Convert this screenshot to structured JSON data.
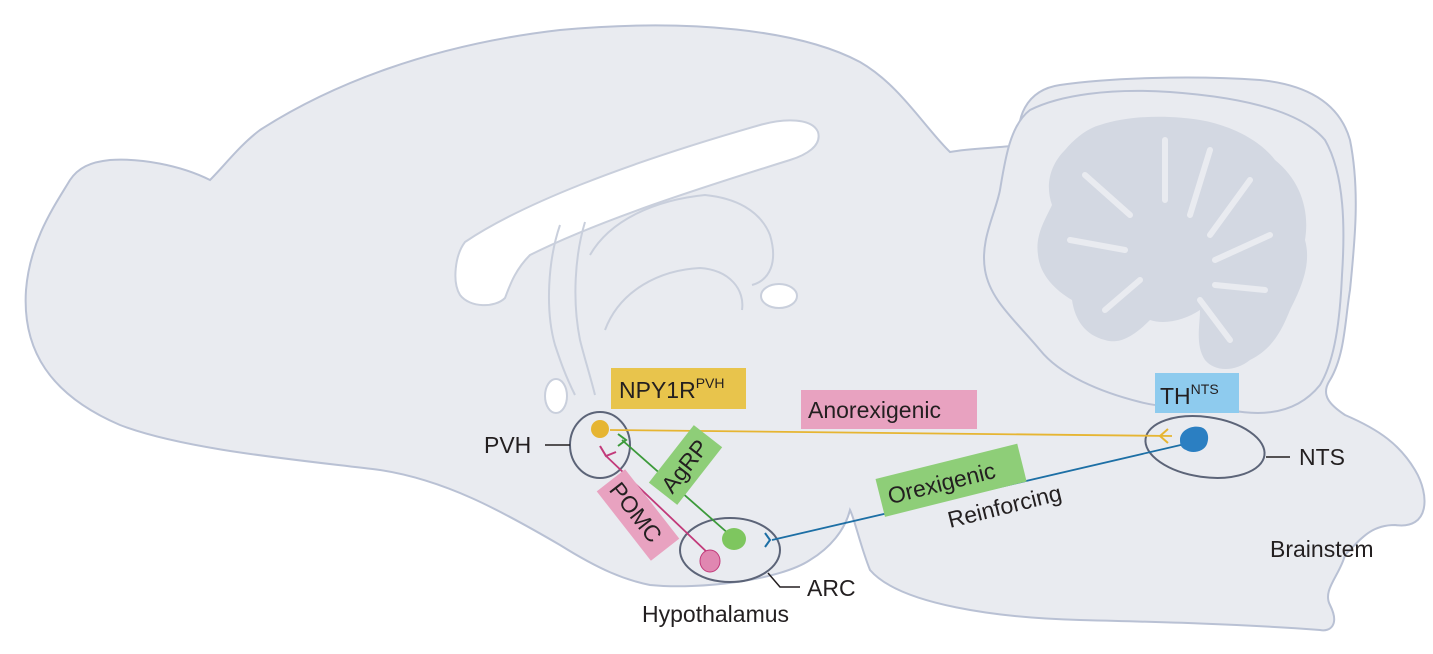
{
  "labels": {
    "pvh": "PVH",
    "nts": "NTS",
    "arc": "ARC",
    "hypothalamus": "Hypothalamus",
    "brainstem": "Brainstem",
    "anorexigenic": "Anorexigenic",
    "orexigenic": "Orexigenic",
    "reinforcing": "Reinforcing",
    "agrp": "AgRP",
    "pomc": "POMC",
    "npy1r_main": "NPY1R",
    "npy1r_sup": "PVH",
    "th_main": "TH",
    "th_sup": "NTS"
  },
  "colors": {
    "brain_fill": "#e9ebf0",
    "brain_stroke": "#b9c1d4",
    "cerebellum_inner": "#d3d8e2",
    "region_stroke": "#5c6478",
    "npy1r": "#e8c44c",
    "th": "#8ecbee",
    "anorexigenic": "#e8a2c0",
    "orexigenic": "#8ece78",
    "agrp": "#8ece78",
    "pomc": "#e8a2c0",
    "neuron_yellow": "#e6b532",
    "neuron_green": "#7ec65f",
    "neuron_pink": "#e087b1",
    "neuron_blue": "#2b7fc2",
    "axon_yellow": "#e6b532",
    "axon_green": "#3c9a3a",
    "axon_pink": "#c23a7a",
    "axon_blue": "#1d6fa5"
  }
}
